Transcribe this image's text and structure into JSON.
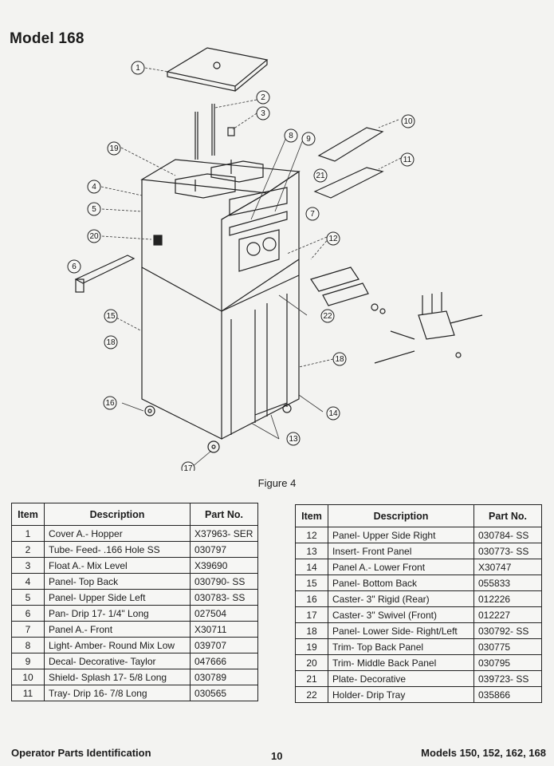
{
  "header": {
    "title": "Model 168"
  },
  "figure": {
    "caption": "Figure 4",
    "callouts": [
      "1",
      "2",
      "3",
      "4",
      "5",
      "6",
      "7",
      "8",
      "9",
      "10",
      "11",
      "12",
      "13",
      "14",
      "15",
      "16",
      "17",
      "18",
      "18",
      "19",
      "20",
      "21",
      "22"
    ]
  },
  "tables": {
    "headers": {
      "item": "Item",
      "description": "Description",
      "part_no": "Part No."
    },
    "left_rows": [
      {
        "item": "1",
        "description": "Cover A.- Hopper",
        "part_no": "X37963- SER"
      },
      {
        "item": "2",
        "description": "Tube- Feed- .166 Hole SS",
        "part_no": "030797"
      },
      {
        "item": "3",
        "description": "Float A.- Mix Level",
        "part_no": "X39690"
      },
      {
        "item": "4",
        "description": "Panel- Top Back",
        "part_no": "030790- SS"
      },
      {
        "item": "5",
        "description": "Panel- Upper Side Left",
        "part_no": "030783- SS"
      },
      {
        "item": "6",
        "description": "Pan- Drip 17- 1/4\" Long",
        "part_no": "027504"
      },
      {
        "item": "7",
        "description": "Panel A.- Front",
        "part_no": "X30711"
      },
      {
        "item": "8",
        "description": "Light- Amber- Round Mix Low",
        "part_no": "039707"
      },
      {
        "item": "9",
        "description": "Decal- Decorative- Taylor",
        "part_no": "047666"
      },
      {
        "item": "10",
        "description": "Shield- Splash 17- 5/8 Long",
        "part_no": "030789"
      },
      {
        "item": "11",
        "description": "Tray- Drip 16- 7/8 Long",
        "part_no": "030565"
      }
    ],
    "right_rows": [
      {
        "item": "12",
        "description": "Panel- Upper Side Right",
        "part_no": "030784- SS"
      },
      {
        "item": "13",
        "description": "Insert- Front Panel",
        "part_no": "030773- SS"
      },
      {
        "item": "14",
        "description": "Panel A.- Lower Front",
        "part_no": "X30747"
      },
      {
        "item": "15",
        "description": "Panel- Bottom Back",
        "part_no": "055833"
      },
      {
        "item": "16",
        "description": "Caster- 3\" Rigid (Rear)",
        "part_no": "012226"
      },
      {
        "item": "17",
        "description": "Caster- 3\" Swivel (Front)",
        "part_no": "012227"
      },
      {
        "item": "18",
        "description": "Panel- Lower Side- Right/Left",
        "part_no": "030792- SS"
      },
      {
        "item": "19",
        "description": "Trim- Top Back Panel",
        "part_no": "030775"
      },
      {
        "item": "20",
        "description": "Trim- Middle Back Panel",
        "part_no": "030795"
      },
      {
        "item": "21",
        "description": "Plate- Decorative",
        "part_no": "039723- SS"
      },
      {
        "item": "22",
        "description": "Holder- Drip Tray",
        "part_no": "035866"
      }
    ]
  },
  "footer": {
    "left": "Operator Parts Identification",
    "page": "10",
    "right": "Models 150, 152, 162, 168"
  }
}
